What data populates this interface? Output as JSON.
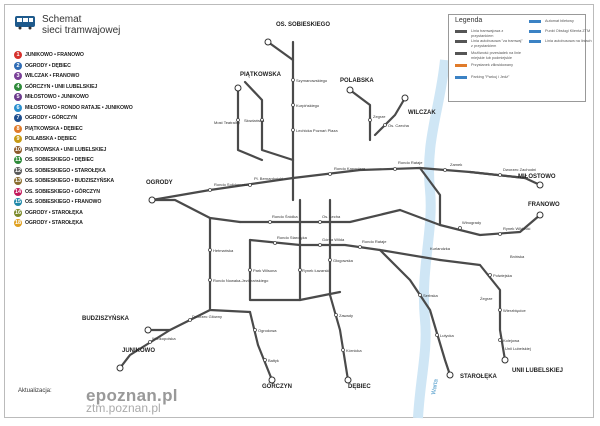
{
  "title": {
    "line1": "Schemat",
    "line2": "sieci tramwajowej"
  },
  "routes": [
    {
      "num": "1",
      "name": "JUNIKOWO • FRANOWO",
      "color": "#d6312c"
    },
    {
      "num": "2",
      "name": "OGRODY • DĘBIEC",
      "color": "#2f6cb5"
    },
    {
      "num": "3",
      "name": "WILCZAK • FRANOWO",
      "color": "#7a3f98"
    },
    {
      "num": "4",
      "name": "GÓRCZYN • UNII LUBELSKIEJ",
      "color": "#2e8b3a"
    },
    {
      "num": "5",
      "name": "MIŁOSTOWO • JUNIKOWO",
      "color": "#6b3a8c"
    },
    {
      "num": "6",
      "name": "MIŁOSTOWO • RONDO RATAJE • JUNIKOWO",
      "color": "#2a8fcf"
    },
    {
      "num": "7",
      "name": "OGRODY • GÓRCZYN",
      "color": "#1d4e8f"
    },
    {
      "num": "8",
      "name": "PIĄTKOWSKA • DĘBIEC",
      "color": "#e07b2a"
    },
    {
      "num": "9",
      "name": "POLABSKA • DĘBIEC",
      "color": "#c79a14"
    },
    {
      "num": "10",
      "name": "PIĄTKOWSKA • UNII LUBELSKIEJ",
      "color": "#8c5a2b"
    },
    {
      "num": "11",
      "name": "OS. SOBIESKIEGO • DĘBIEC",
      "color": "#2e8b3a"
    },
    {
      "num": "12",
      "name": "OS. SOBIESKIEGO • STAROŁĘKA",
      "color": "#5a5a5a"
    },
    {
      "num": "13",
      "name": "OS. SOBIESKIEGO • BUDZISZYŃSKA",
      "color": "#8a6d2f"
    },
    {
      "num": "14",
      "name": "OS. SOBIESKIEGO • GÓRCZYN",
      "color": "#c2185b"
    },
    {
      "num": "15",
      "name": "OS. SOBIESKIEGO • FRANOWO",
      "color": "#1e88a8"
    },
    {
      "num": "16",
      "name": "OGRODY • STAROŁĘKA",
      "color": "#7b8a2a"
    },
    {
      "num": "18",
      "name": "OGRODY • STAROŁĘKA",
      "color": "#e0a020"
    }
  ],
  "legend": {
    "title": "Legenda",
    "items": [
      "Linia tramwajowa z przystankiem",
      "Linia autobusowa \"za tramwaj\" z przystankiem",
      "Możliwość przesiadek na linie miejskie lub podmiejskie",
      "Przystanek zlikwidowany",
      "Parking \"Parkuj i Jedź\"",
      "Automat biletowy",
      "Punkt Obsługi Klienta ZTM",
      "Linia autobusowa na liniach"
    ]
  },
  "terminals": {
    "sobieskiego": "OS. SOBIESKIEGO",
    "piatkowska": "PIĄTKOWSKA",
    "polabska": "POLABSKA",
    "wilczak": "WILCZAK",
    "ogrody": "OGRODY",
    "milostowo": "MIŁOSTOWO",
    "franowo": "FRANOWO",
    "budziszynska": "BUDZISZYŃSKA",
    "junikowo": "JUNIKOWO",
    "gorczyn": "GÓRCZYN",
    "debiec": "DĘBIEC",
    "starolek": "STAROŁĘKA",
    "unii": "UNII LUBELSKIEJ"
  },
  "stops": [
    "Szymanowskiego",
    "Kurpińskiego",
    "Lechicka Poznań Plaza",
    "Słowiańska",
    "Most Teatralny",
    "Rondo Solidarności",
    "Pl. Bernardyński",
    "Rondo Kaponiera",
    "Rondo Rataje",
    "Zamek",
    "Dworzec Zachodni",
    "Rondo Śródka",
    "Os. Lecha",
    "Rondo Starołęka",
    "Górna Wilda",
    "Park Wilsona",
    "Rynek Łazarski",
    "Głogowska",
    "Dworzec Główny",
    "Wielkopolska",
    "Ogrodowa",
    "Bałtyk",
    "Zawady",
    "Kórnicka",
    "Serbska",
    "Lutycka",
    "Winogrady",
    "Rynek Wildecki",
    "Polwiejska",
    "Wierzbięcice",
    "Kolejowa",
    "Hetmańska",
    "Rondo Nowaka-Jeziorańskiego",
    "Rondo Rataje",
    "Zegrze",
    "Os. Czecha",
    "Kurlandzka",
    "Bnińska",
    "Żegrze",
    "Unii Lubelskiej"
  ],
  "footer": {
    "text": "Aktualizacja:",
    "watermark1": "epoznan.pl",
    "watermark2": "ztm.poznan.pl",
    "river": "Warta"
  }
}
